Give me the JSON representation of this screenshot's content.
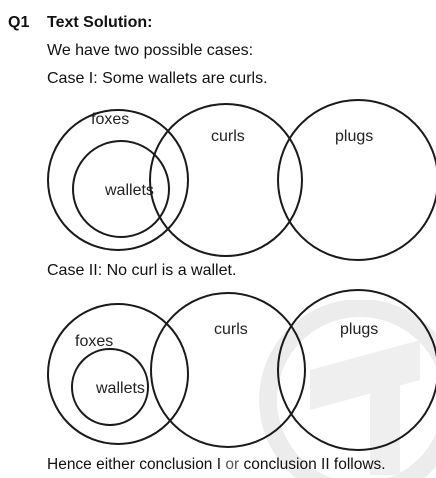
{
  "question": {
    "number": "Q1",
    "title": "Text Solution:"
  },
  "intro": "We have two possible cases:",
  "case1": {
    "heading": "Case I: Some wallets are curls.",
    "labels": {
      "foxes": "foxes",
      "wallets": "wallets",
      "curls": "curls",
      "plugs": "plugs"
    }
  },
  "case2": {
    "heading": "Case II: No curl is a wallet.",
    "labels": {
      "foxes": "foxes",
      "wallets": "wallets",
      "curls": "curls",
      "plugs": "plugs"
    }
  },
  "conclusion": {
    "before": "Hence either conclusion I ",
    "or": "or",
    "after": " conclusion II follows."
  },
  "colors": {
    "text": "#111111",
    "stroke": "#1a1a1a",
    "or_word": "#555555",
    "watermark": "#e8e8e8"
  }
}
